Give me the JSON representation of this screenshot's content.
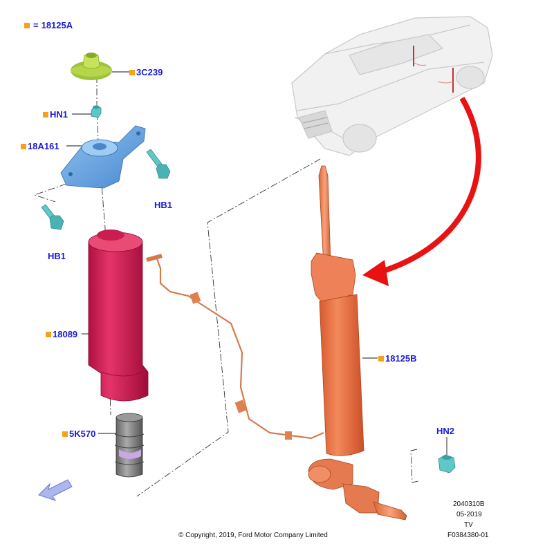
{
  "legend": {
    "symbol_meaning": "18125A",
    "equals": "="
  },
  "parts": [
    {
      "id": "mount-upper",
      "label": "3C239",
      "color": "#b5d64a"
    },
    {
      "id": "nut-hn1",
      "label": "HN1",
      "color": "#5fc7c7"
    },
    {
      "id": "bracket",
      "label": "18A161",
      "color": "#6aa8e8"
    },
    {
      "id": "bolt-right",
      "label": "HB1",
      "color": "#5fc7c7"
    },
    {
      "id": "bolt-left",
      "label": "HB1",
      "color": "#5fc7c7"
    },
    {
      "id": "boot",
      "label": "18089",
      "color": "#d8285a"
    },
    {
      "id": "bumper",
      "label": "5K570",
      "color": "#8a8a8a"
    },
    {
      "id": "shock",
      "label": "18125B",
      "color": "#e8704a"
    },
    {
      "id": "nut-hn2",
      "label": "HN2",
      "color": "#5fc7c7"
    }
  ],
  "footer": {
    "code": "2040310B",
    "date": "05-2019",
    "tv": "TV",
    "figure": "F0384380-01",
    "copyright": "© Copyright, 2019, Ford Motor Company Limited"
  },
  "colors": {
    "callout_text": "#1a1ad6",
    "marker": "#f7a11a",
    "arrow": "#e81212"
  }
}
